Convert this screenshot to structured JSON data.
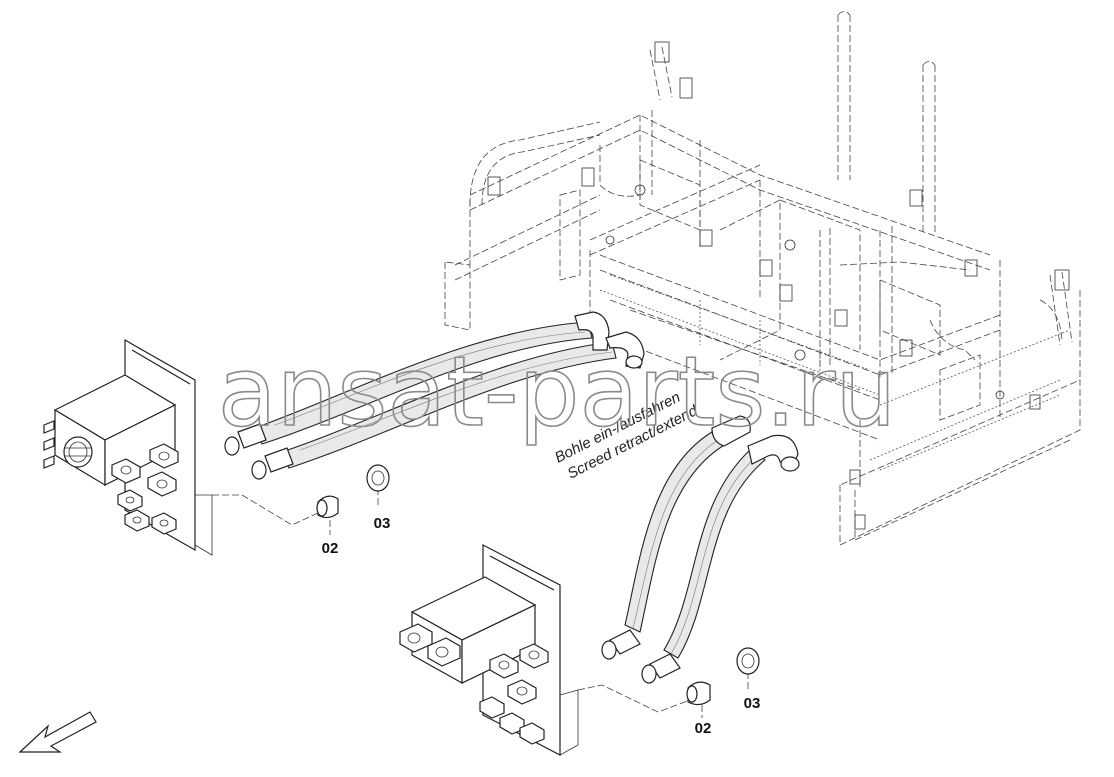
{
  "watermark": "ansat-parts.ru",
  "caption": {
    "line1": "Bohle ein-/ausfahren",
    "line2": "Screed retract/extend"
  },
  "corner_mark": "",
  "callouts": {
    "upper_plug": "02",
    "upper_seal": "03",
    "lower_plug": "02",
    "lower_seal": "03"
  },
  "icons": {
    "view_direction": "arrow-down-left-icon"
  },
  "colors": {
    "line": "#222222",
    "background": "#ffffff",
    "watermark": "#8a8a8a"
  }
}
